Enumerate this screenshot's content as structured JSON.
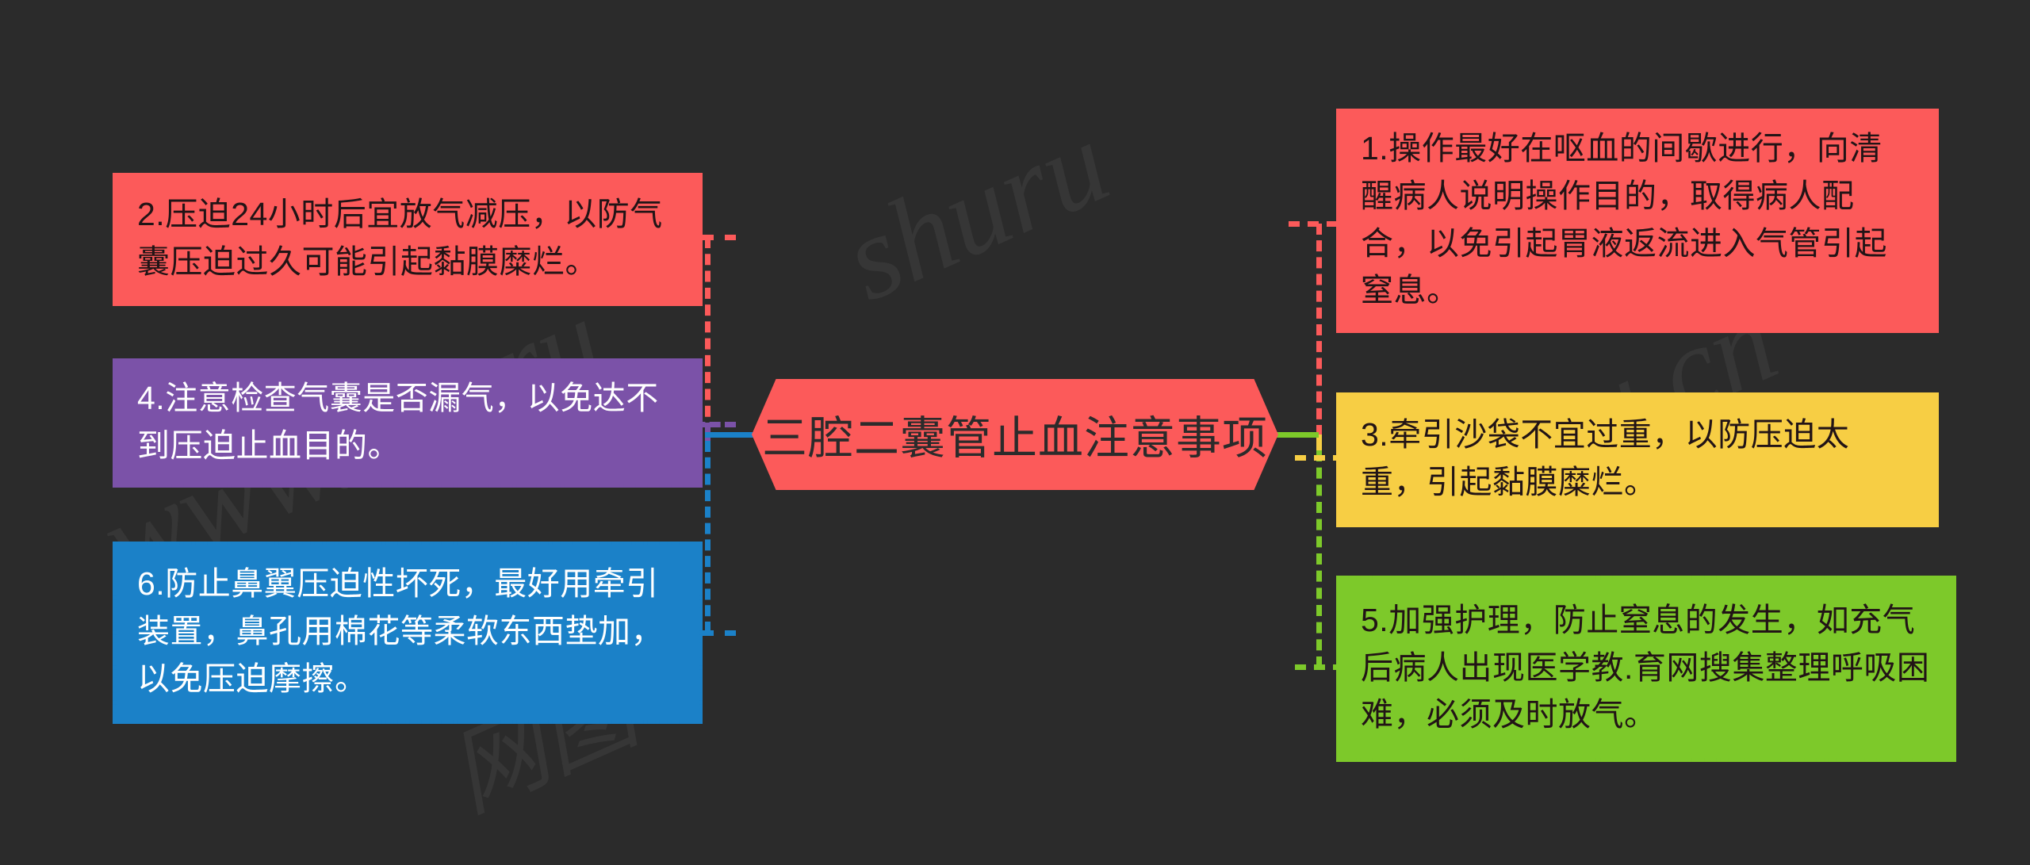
{
  "colors": {
    "background": "#2b2b2b",
    "red": "#fc5a5a",
    "purple": "#7b52a8",
    "blue": "#1b81c8",
    "yellow": "#f7ce44",
    "green": "#7dc92a",
    "dark_text": "#221416",
    "light_text": "#ffffff"
  },
  "center": {
    "title": "三腔二囊管止血注意事项",
    "shape": "hexagon",
    "color": "#fc5a5a"
  },
  "watermark": {
    "line_a": "www.shuru",
    "line_b": "shuru",
    "line_c": "ru.cn",
    "line_d": "网图"
  },
  "nodes": [
    {
      "id": "node-1",
      "number": "1",
      "text": "1.操作最好在呕血的间歇进行，向清醒病人说明操作目的，取得病人配合，以免引起胃液返流进入气管引起窒息。",
      "color": "#fc5a5a",
      "text_color": "#221416",
      "side": "right",
      "position": "top"
    },
    {
      "id": "node-2",
      "number": "2",
      "text": "2.压迫24小时后宜放气减压，以防气囊压迫过久可能引起黏膜糜烂。",
      "color": "#fc5a5a",
      "text_color": "#221416",
      "side": "left",
      "position": "top"
    },
    {
      "id": "node-3",
      "number": "3",
      "text": "3.牵引沙袋不宜过重，以防压迫太重，引起黏膜糜烂。",
      "color": "#f7ce44",
      "text_color": "#221416",
      "side": "right",
      "position": "middle"
    },
    {
      "id": "node-4",
      "number": "4",
      "text": "4.注意检查气囊是否漏气，以免达不到压迫止血目的。",
      "color": "#7b52a8",
      "text_color": "#ffffff",
      "side": "left",
      "position": "middle"
    },
    {
      "id": "node-5",
      "number": "5",
      "text": "5.加强护理，防止窒息的发生，如充气后病人出现医学教.育网搜集整理呼吸困难，必须及时放气。",
      "color": "#7dc92a",
      "text_color": "#221416",
      "side": "right",
      "position": "bottom"
    },
    {
      "id": "node-6",
      "number": "6",
      "text": "6.防止鼻翼压迫性坏死，最好用牵引装置，鼻孔用棉花等柔软东西垫加，以免压迫摩擦。",
      "color": "#1b81c8",
      "text_color": "#ffffff",
      "side": "left",
      "position": "bottom"
    }
  ]
}
